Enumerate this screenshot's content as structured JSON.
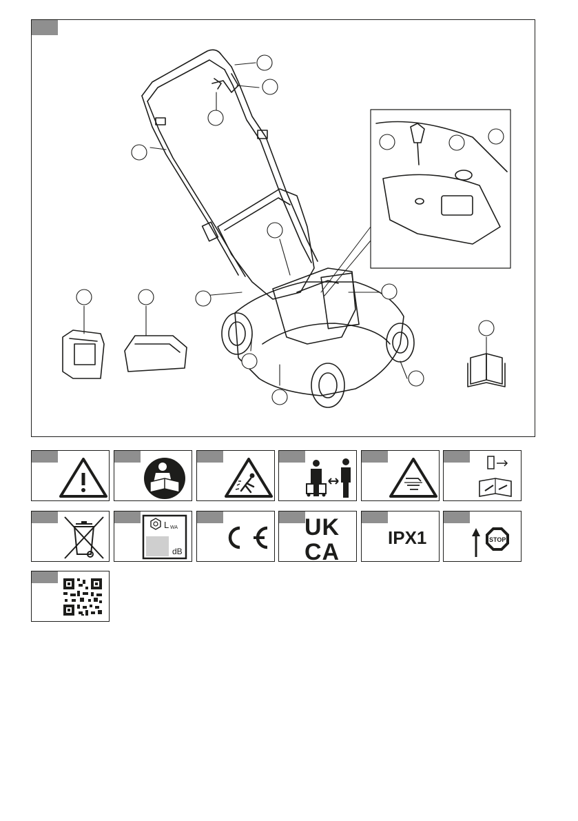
{
  "symbols": {
    "ce_mark": "CE",
    "ukca_top": "UK",
    "ukca_bottom": "CA",
    "ipx": "IPX1",
    "stop": "STOP",
    "lwa": "L",
    "lwa_sub": "WA",
    "db": "dB"
  },
  "icons": [
    "warning-icon",
    "read-manual-icon",
    "thrown-objects-icon",
    "keep-distance-icon",
    "sharp-blades-icon",
    "remove-key-before-maintenance-icon",
    "weee-bin-icon",
    "sound-power-icon",
    "ce-mark-icon",
    "ukca-mark-icon",
    "ipx1-icon",
    "stop-arrow-icon",
    "qr-code-icon"
  ],
  "colors": {
    "tag_gray": "#8f8f8f",
    "line": "#1d1d1b",
    "light_gray": "#cfcfcf"
  }
}
